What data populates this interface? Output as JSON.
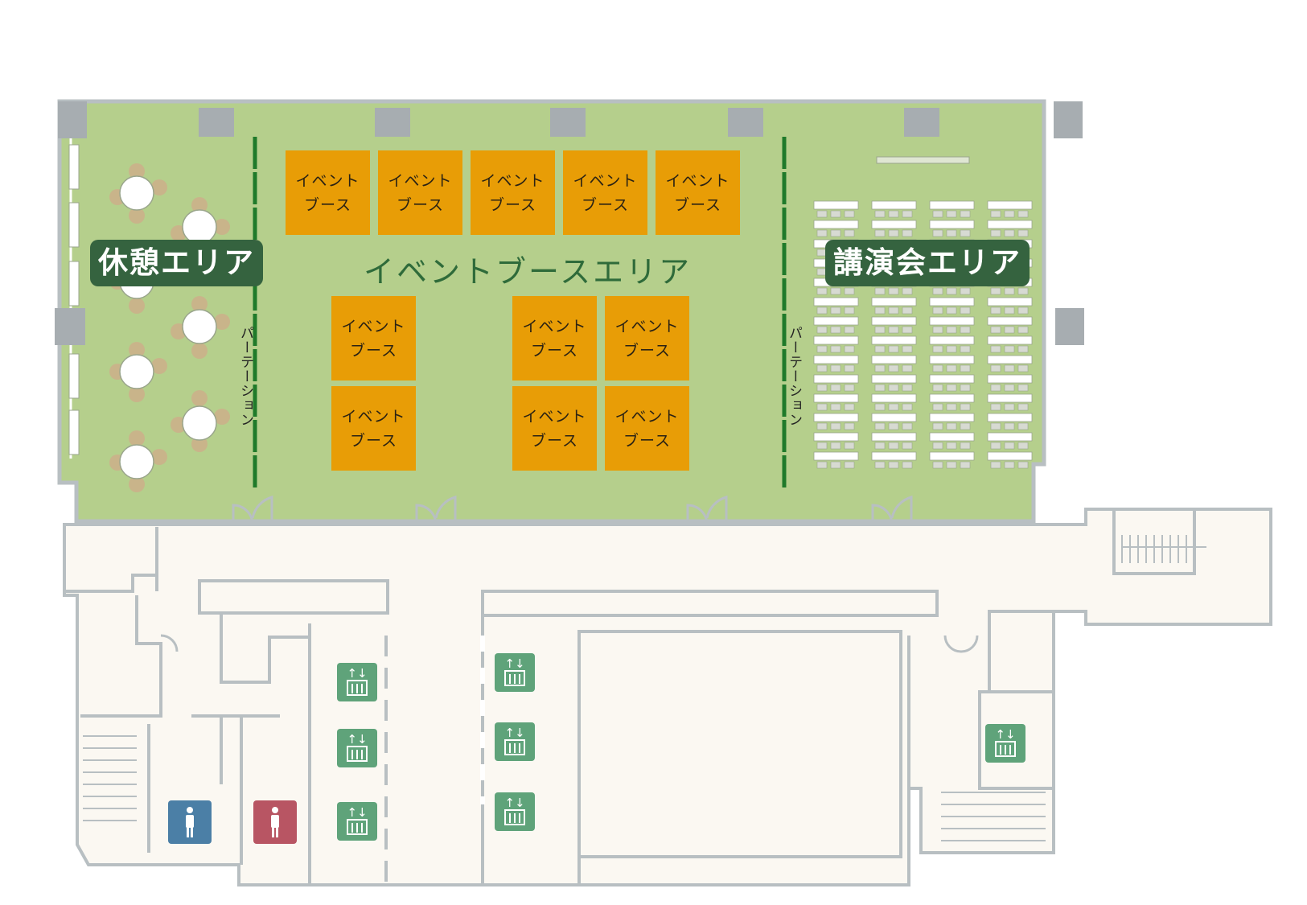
{
  "areas": {
    "rest": "休憩エリア",
    "event": "イベントブースエリア",
    "lecture": "講演会エリア"
  },
  "booth": {
    "line1": "イベント",
    "line2": "ブース"
  },
  "partition": "パーテーション",
  "icons": {
    "elevator": "elevator-icon",
    "restroom_men": "restroom-men-icon",
    "restroom_women": "restroom-women-icon"
  },
  "colors": {
    "event_floor": "#b5cf8c",
    "booth": "#e89d06",
    "label_bg": "#35633f",
    "partition": "#1f7a2a",
    "elevator": "#5fa37a",
    "men": "#4b7fa6",
    "women": "#b85563"
  }
}
